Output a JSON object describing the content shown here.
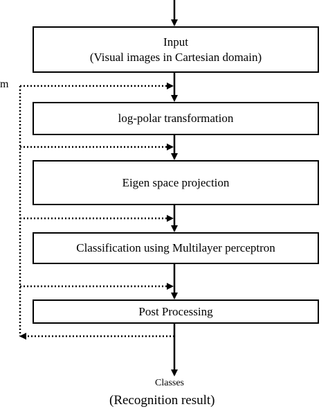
{
  "boxes": {
    "input_title": "Input",
    "input_subtitle": "(Visual images in Cartesian domain)",
    "log_polar": "log-polar transformation",
    "eigen": "Eigen space projection",
    "classification": "Classification using Multilayer perceptron",
    "post_processing": "Post Processing"
  },
  "left_label": "m",
  "output": {
    "line1": "Classes",
    "line2": "(Recognition result)"
  }
}
